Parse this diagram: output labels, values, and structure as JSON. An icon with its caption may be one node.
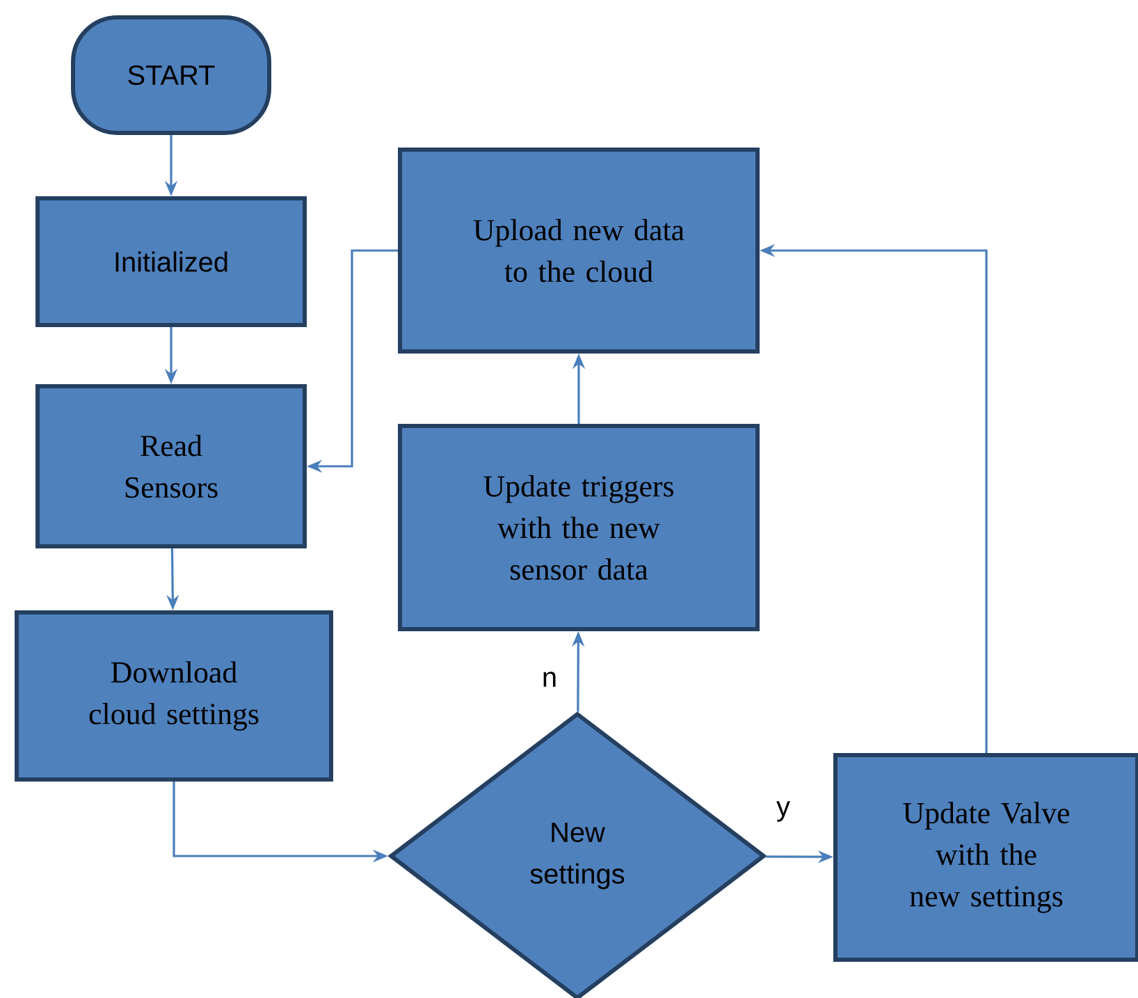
{
  "diagram": {
    "nodes": [
      {
        "text": [
          "START"
        ]
      },
      {
        "text": [
          "Initialized"
        ]
      },
      {
        "text": [
          "Read Sensors"
        ]
      },
      {
        "text": [
          "Download cloud settings"
        ]
      },
      {
        "text": [
          "New settings"
        ]
      },
      {
        "text": [
          "Update triggers with the new sensor data"
        ]
      },
      {
        "text": [
          "Upload new data to the cloud"
        ]
      },
      {
        "text": [
          "Update Valve with the new settings"
        ]
      }
    ],
    "edges": [
      {
        "from": 0,
        "to": 1,
        "arrow": "to"
      },
      {
        "from": 1,
        "to": 2,
        "arrow": "to"
      },
      {
        "from": 2,
        "to": 3,
        "arrow": "to"
      },
      {
        "from": 3,
        "to": 4,
        "arrow": "to"
      },
      {
        "from": 4,
        "to": 5,
        "arrow": "to",
        "label": "n"
      },
      {
        "from": 5,
        "to": 6,
        "arrow": "to"
      },
      {
        "from": 4,
        "to": 7,
        "arrow": "to",
        "label": "y"
      },
      {
        "from": 7,
        "to": 6,
        "arrow": "to"
      },
      {
        "from": 6,
        "to": 2,
        "arrow": "to"
      }
    ]
  }
}
